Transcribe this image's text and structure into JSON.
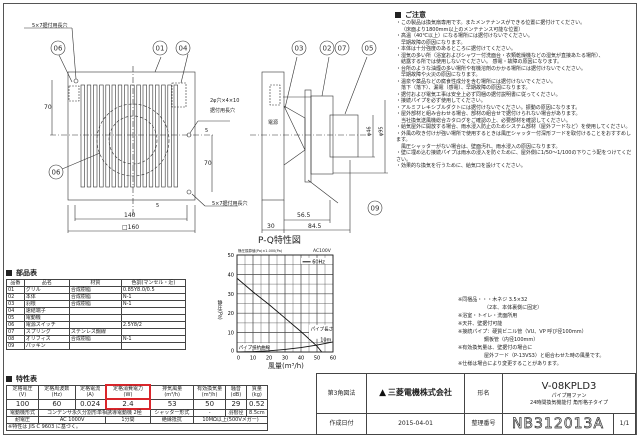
{
  "notes": {
    "title": "ご注意",
    "items": [
      "・この製品は換気扇専用です。またメンテナンスができる位置に据付けてください。",
      "（床面より1800mm以上のメンテナンス可能な位置）",
      "・高温（40℃以上）になる場所には据付けないでください。",
      "早期故障の原因になります。",
      "・本体は十分強度のあるところに据付けてください。",
      "・湿気の多い所（浴室およびシャワー付洗面台・衣類乾燥機などの湿気が直接あたる場所）、",
      "結露する所では使用しないでください。 感電・故障の原因になります。",
      "・台所のような油煙の多い場所や有機溶剤のかかる場所には据付けないでください。",
      "早期故障や火災の原因になります。",
      "・温泉や薬品などの腐食性成分を含む場所には据付けないでください。",
      "落下（落下）、漏電（感電）、早期故障の原因になります。",
      "・据付および電気工事は安全上必ず同梱の据付説明書に従ってください。",
      "・接続パイプを必ず使用してください。",
      "・アルミフレキシブルダクトには据付けないでください。振動の原因になります。",
      "・屋外部材と組み合わせる場合、部材の組合せで据付けられない場合があります。",
      "当社換気送風機総合カタログをご確認の上、必要部材を確認してください。",
      "・給気屋外に開放する場合、雨水浸入防止のためシステム部材（屋外フードなど）を使用してください。",
      "・外風の吹き付けが強い場所で使用するときは風圧シャッター付深形フードを取付けることをおすすめします。",
      "風圧シャッターがない場合は、壁面汚れ、雨水浸入の原因になります。",
      "・壁に埋め込む接続パイプは雨水の浸入を防ぐために、屋外側に1/50～1/100の下りこう配をつけてください。",
      "・効果的な換気を行うために、給気口を設けてください。"
    ]
  },
  "remarks": [
    "※同梱品・・・木ネジ 3.5×32",
    "（2本、本体裏側に固定）",
    "※浴室・トイレ・洗面所用",
    "※天井、壁据付可能",
    "※接続パイプ：硬質ビニル管（VU、VP 呼び径100mm）",
    "鋼板管（内径100mm）",
    "※有効換気量は、壁据付の場合に",
    "屋外フード（P-13VS3）と組合わせた時の風量です。",
    "※仕様は場合により変更することがあります。"
  ],
  "drawing": {
    "callouts": [
      "06",
      "01",
      "04",
      "06",
      "03",
      "02",
      "07",
      "05",
      "09"
    ],
    "hole_top": "5×7据付用長穴",
    "hole_mid": "2φ穴×4×10",
    "hole_mid2": "据付用長穴",
    "hole_bot": "5×7据付用長穴",
    "dim_70a": "70",
    "dim_70b": "70",
    "dim_5a": "5",
    "dim_5b": "5",
    "dim_140": "140",
    "dim_160": "□160",
    "dim_565": "56.5",
    "dim_30": "30",
    "dim_845": "84.5",
    "dim_46": "φ46",
    "dim_95": "φ95",
    "cord": "電源"
  },
  "parts": {
    "title": "部品表",
    "headers": [
      "品番",
      "品名",
      "材質",
      "色調(マンセル・近)"
    ],
    "rows": [
      [
        "01",
        "グリル",
        "合成樹脂",
        "0.85Y8.0/0.5"
      ],
      [
        "02",
        "本体",
        "合成樹脂",
        "N-1"
      ],
      [
        "03",
        "羽根",
        "合成樹脂",
        "N-1"
      ],
      [
        "04",
        "速結端子",
        "",
        ""
      ],
      [
        "05",
        "電動機",
        "",
        ""
      ],
      [
        "06",
        "電源スイッチ",
        "",
        "2.5Y8/2"
      ],
      [
        "07",
        "スプリング",
        "ステンレス鋼線",
        ""
      ],
      [
        "08",
        "オリフィス",
        "合成樹脂",
        "N-1"
      ],
      [
        "09",
        "パッキン",
        "",
        ""
      ]
    ]
  },
  "specs": {
    "title": "特性表",
    "headers": [
      [
        "定格電圧",
        "(V)"
      ],
      [
        "定格周波数",
        "(Hz)"
      ],
      [
        "定格電流",
        "(A)"
      ],
      [
        "定格消費電力",
        "(W)"
      ],
      [
        "排気風量",
        "(m³/h)"
      ],
      [
        "有効換気量",
        "(m³/h)"
      ],
      [
        "騒音",
        "(dB)"
      ],
      [
        "質量",
        "(kg)"
      ]
    ],
    "values": [
      "100",
      "60",
      "0.024",
      "2.4",
      "53",
      "50",
      "29",
      "0.52"
    ],
    "motor_label": "電動機形式",
    "motor": "コンデンサ永久分割形単相誘導電動機 2極",
    "shutter_label": "シャッター形式",
    "shutter": "-",
    "blade_label": "羽根径",
    "blade": "8.5cm",
    "withstand_label": "耐電圧",
    "withstand": "AC 1000V",
    "withstand_time": "1分間",
    "insul_label": "絶縁抵抗",
    "insul": "10MΩ以上(500Vメガー)",
    "footnote": "※特性は JIS C 9603 に基づく。",
    "highlight_color": "#d9262b"
  },
  "chart_data": {
    "type": "line",
    "title": "P-Q特性図",
    "note": "静圧換算値(Pa)×1.000(Pa)",
    "supply": "AC100V",
    "xlabel": "風量(m³/h)",
    "ylabel": "静圧(Pa)",
    "xlim": [
      0,
      60
    ],
    "ylim": [
      0,
      50
    ],
    "xticks": [
      "0",
      "10",
      "20",
      "30",
      "40",
      "50",
      "60"
    ],
    "yticks": [
      "0",
      "10",
      "20",
      "30",
      "40",
      "50"
    ],
    "grid": true,
    "legend": "top-right",
    "series": [
      {
        "name": "60Hz",
        "x": [
          0,
          10,
          20,
          30,
          40,
          50,
          53
        ],
        "y": [
          38,
          31,
          24.5,
          17.5,
          10.5,
          3,
          0
        ]
      },
      {
        "name": "パイプ抵抗曲線",
        "x": [
          0,
          10,
          20,
          30,
          40,
          50,
          60
        ],
        "y": [
          0,
          0.2,
          0.6,
          1.3,
          2.3,
          3.6,
          5.2
        ]
      }
    ],
    "annotations": [
      "パイプ長さ",
      "10m",
      "パイプ抵抗曲線"
    ]
  },
  "titleblock": {
    "projection": "第3角図法",
    "company": "三菱電機株式会社",
    "model_label": "形名",
    "model": "V-08KPLD3",
    "product": "パイプ用ファン",
    "subtitle": "24時間換気機能付 角形格子タイプ",
    "date_label": "作成日付",
    "date": "2015-04-01",
    "number_label": "整理番号",
    "number": "NB312013A",
    "page": "1/1"
  }
}
